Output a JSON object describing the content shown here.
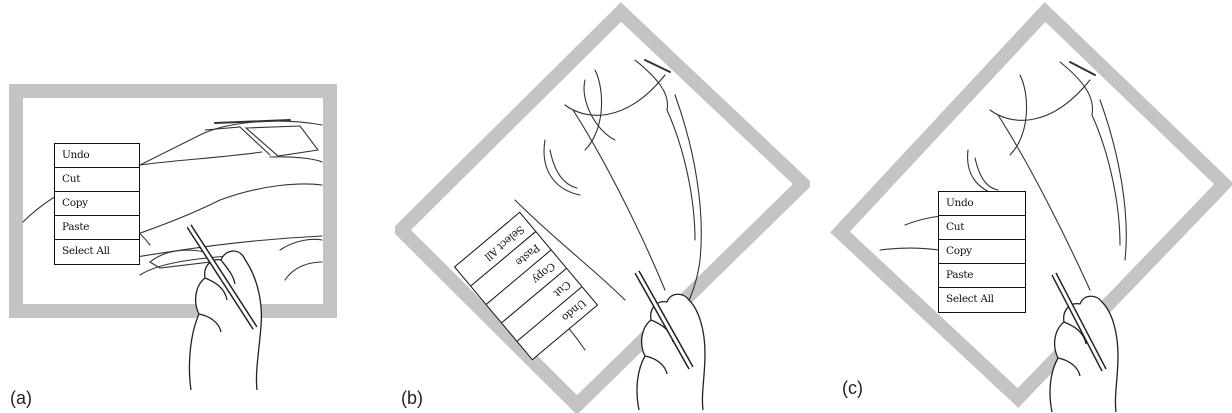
{
  "panels": [
    {
      "caption": "(a)",
      "menu": [
        "Undo",
        "Cut",
        "Copy",
        "Paste",
        "Select All"
      ]
    },
    {
      "caption": "(b)",
      "menu": [
        "Undo",
        "Cut",
        "Copy",
        "Paste",
        "Select All"
      ]
    },
    {
      "caption": "(c)",
      "menu": [
        "Undo",
        "Cut",
        "Copy",
        "Paste",
        "Select All"
      ]
    }
  ],
  "colors": {
    "frame": "#c4c4c4",
    "line": "#333333"
  },
  "icons": [
    "car-sketch",
    "hand-with-pen-icon"
  ]
}
